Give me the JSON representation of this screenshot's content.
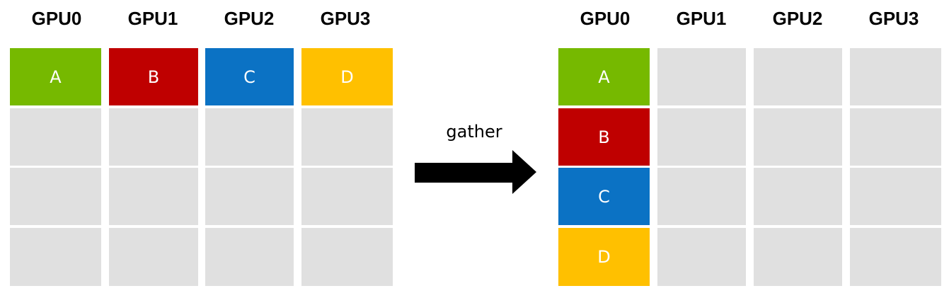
{
  "before": {
    "gpus": [
      "GPU0",
      "GPU1",
      "GPU2",
      "GPU3"
    ],
    "blocks": [
      {
        "gpu": 0,
        "label": "A",
        "color": "#76b900"
      },
      {
        "gpu": 1,
        "label": "B",
        "color": "#bf0000"
      },
      {
        "gpu": 2,
        "label": "C",
        "color": "#0b72c4"
      },
      {
        "gpu": 3,
        "label": "D",
        "color": "#ffc000"
      }
    ]
  },
  "operation": {
    "label": "gather"
  },
  "after": {
    "gpus": [
      "GPU0",
      "GPU1",
      "GPU2",
      "GPU3"
    ],
    "gpu0_blocks": [
      {
        "label": "A",
        "color": "#76b900"
      },
      {
        "label": "B",
        "color": "#bf0000"
      },
      {
        "label": "C",
        "color": "#0b72c4"
      },
      {
        "label": "D",
        "color": "#ffc000"
      }
    ]
  },
  "colors": {
    "empty_cell": "#e0e0e0"
  }
}
